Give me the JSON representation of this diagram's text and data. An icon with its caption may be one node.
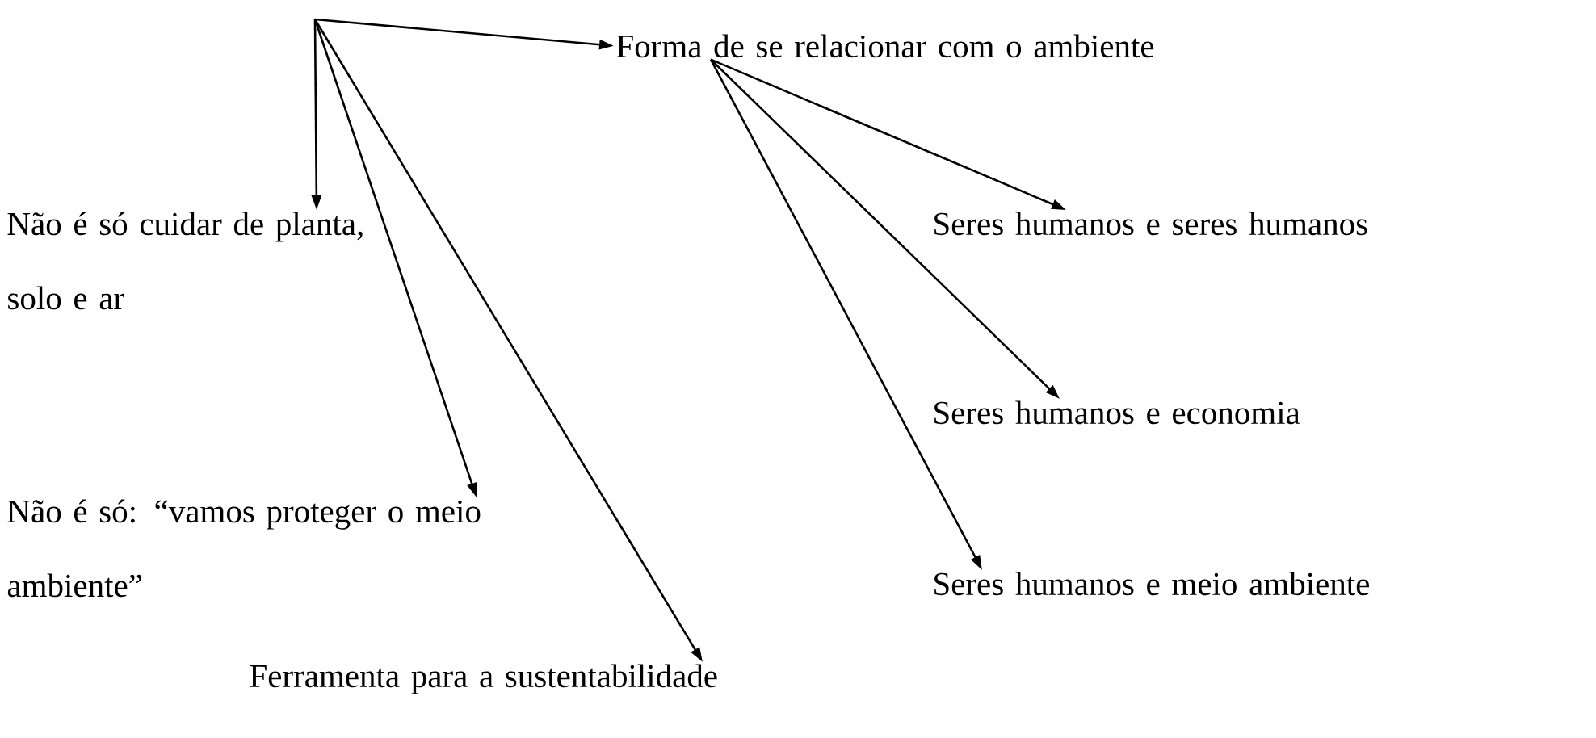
{
  "diagram": {
    "nodes": [
      {
        "text": [
          "Forma de se relacionar com o ambiente"
        ]
      },
      {
        "text": [
          "Não é só cuidar de planta, solo e ar"
        ]
      },
      {
        "text": [
          "Não é só: “vamos proteger o meio ambiente”"
        ]
      },
      {
        "text": [
          "Seres humanos e seres humanos"
        ]
      },
      {
        "text": [
          "Seres humanos e economia"
        ]
      },
      {
        "text": [
          "Seres humanos e meio ambiente"
        ]
      },
      {
        "text": [
          "Ferramenta para a sustentabilidade"
        ]
      }
    ],
    "edges": [
      {
        "from": null,
        "to": 0,
        "arrow": "to"
      },
      {
        "from": null,
        "to": 1,
        "arrow": "to"
      },
      {
        "from": null,
        "to": 2,
        "arrow": "to"
      },
      {
        "from": null,
        "to": 6,
        "arrow": "to"
      },
      {
        "from": 0,
        "to": 3,
        "arrow": "to"
      },
      {
        "from": 0,
        "to": 4,
        "arrow": "to"
      },
      {
        "from": 0,
        "to": 5,
        "arrow": "to"
      }
    ]
  }
}
